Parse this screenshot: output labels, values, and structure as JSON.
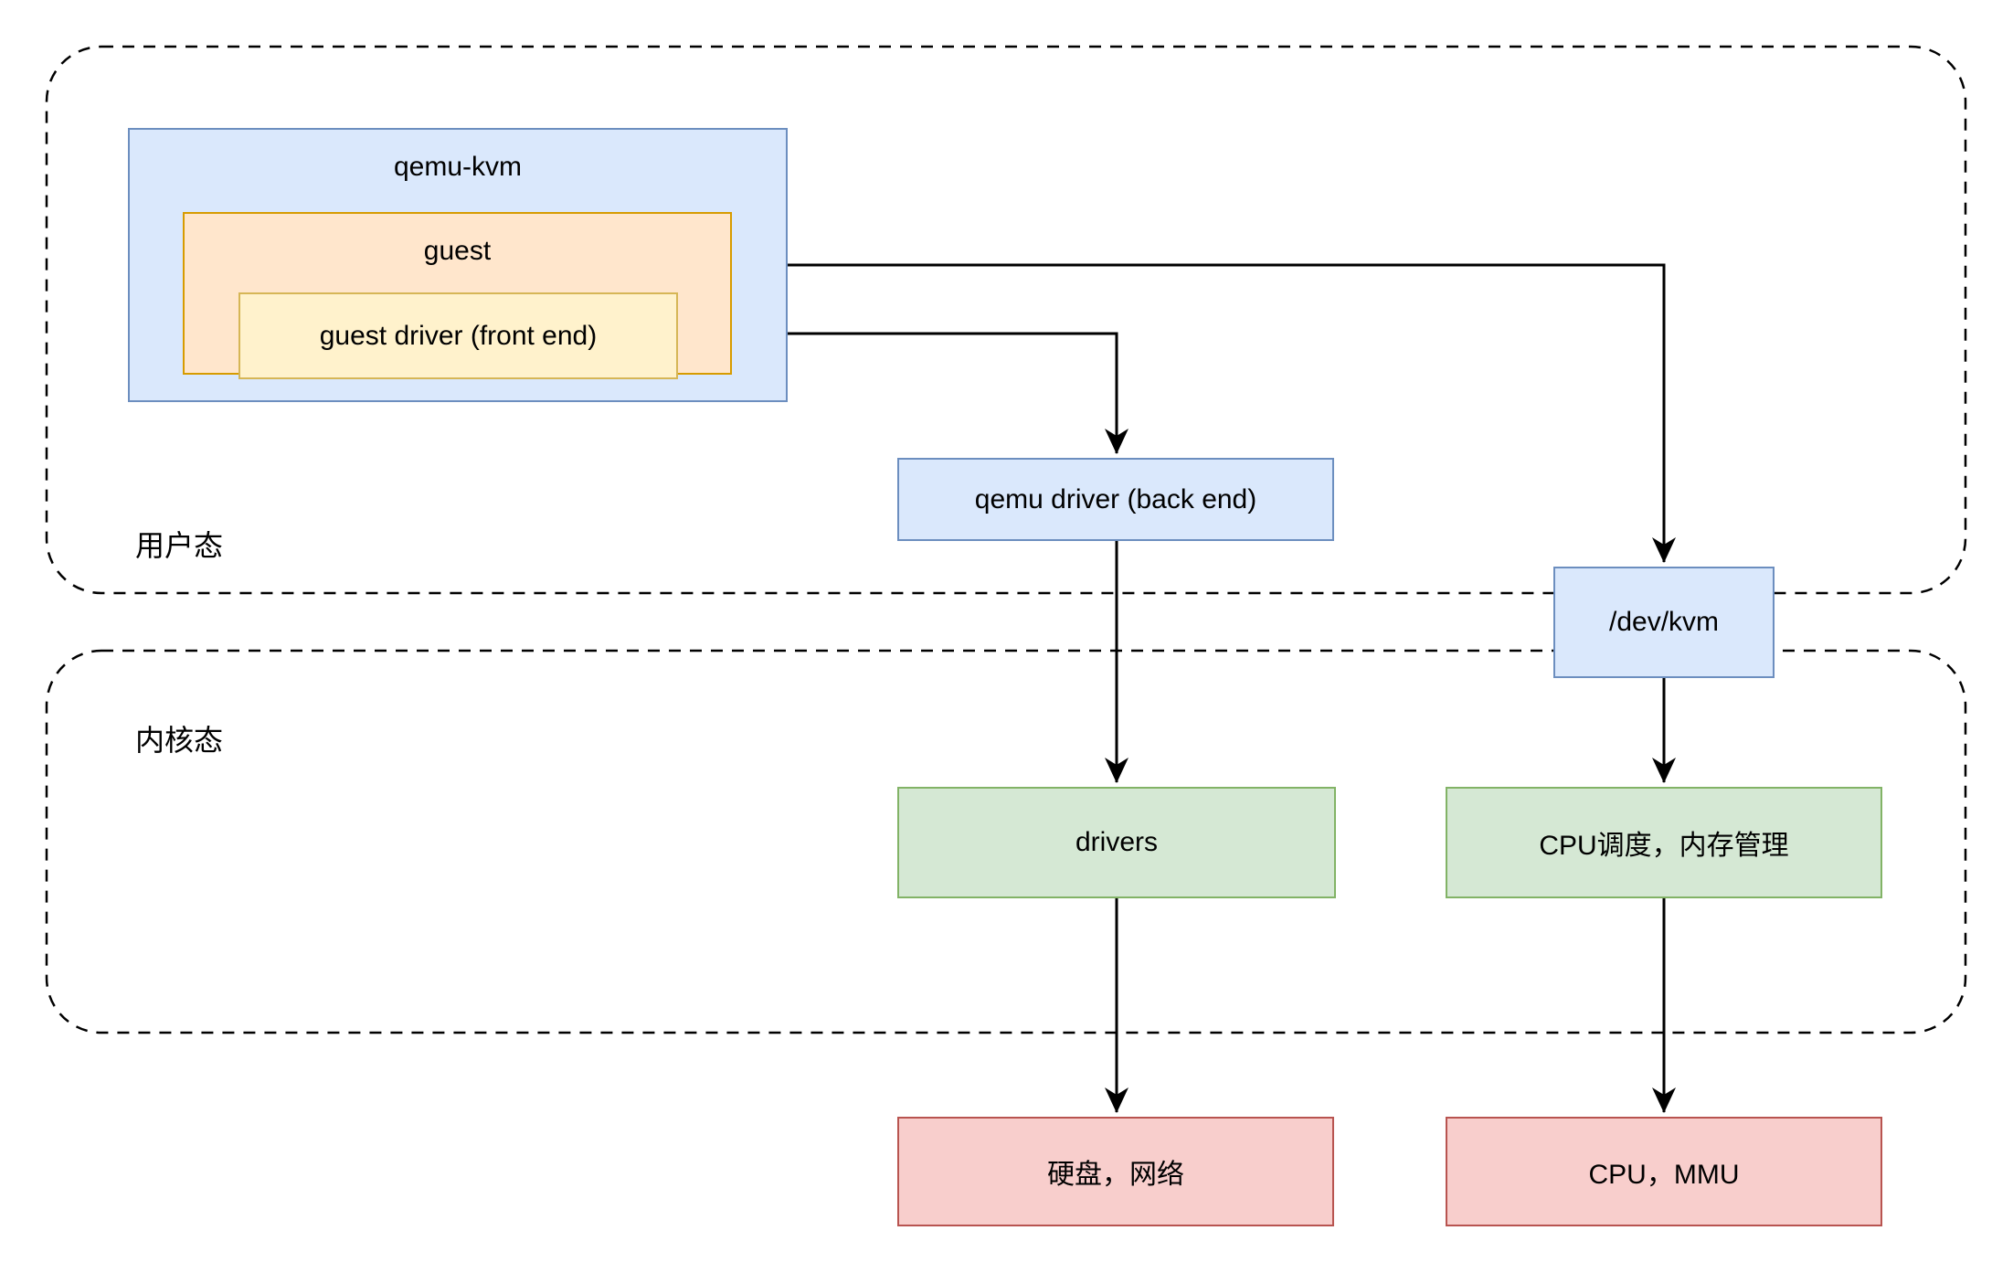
{
  "diagram": {
    "regions": {
      "user_mode": {
        "label": "用户态"
      },
      "kernel_mode": {
        "label": "内核态"
      }
    },
    "nodes": {
      "qemu_kvm": {
        "label": "qemu-kvm"
      },
      "guest": {
        "label": "guest"
      },
      "guest_driver": {
        "label": "guest driver (front end)"
      },
      "qemu_driver": {
        "label": "qemu driver (back end)"
      },
      "dev_kvm": {
        "label": "/dev/kvm"
      },
      "drivers": {
        "label": "drivers"
      },
      "cpu_sched": {
        "label": "CPU调度，内存管理"
      },
      "disk_net": {
        "label": "硬盘，网络"
      },
      "cpu_mmu": {
        "label": "CPU，MMU"
      }
    },
    "palette": {
      "background": "#ffffff",
      "blue_fill": "#dae8fc",
      "blue_stroke": "#6c8ebf",
      "orange_fill": "#ffe6cc",
      "orange_stroke": "#d79b00",
      "yellow_fill": "#fff2cc",
      "yellow_stroke": "#d6b656",
      "green_fill": "#d5e8d4",
      "green_stroke": "#82b366",
      "red_fill": "#f8cecc",
      "red_stroke": "#b85450",
      "connector": "#000000"
    }
  }
}
